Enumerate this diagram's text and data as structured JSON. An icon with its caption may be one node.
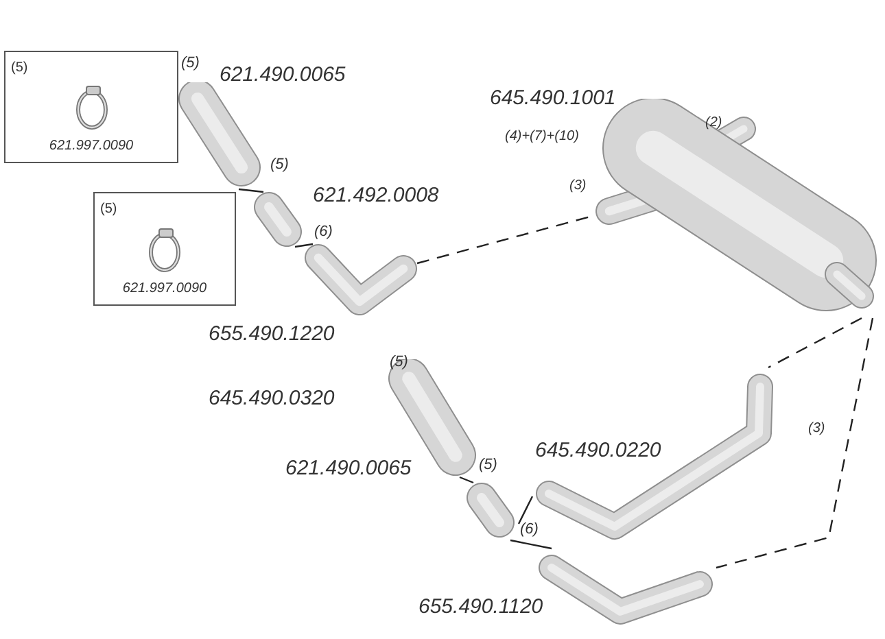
{
  "diagram": {
    "nodes": [
      {
        "text": [
          "(5)",
          "621.997.0090"
        ]
      },
      {
        "text": [
          "(5)",
          "621.997.0090"
        ]
      },
      {
        "text": [],
        "shape": "picture"
      },
      {
        "text": [],
        "shape": "picture"
      },
      {
        "text": [],
        "shape": "picture"
      },
      {
        "text": [],
        "shape": "picture"
      },
      {
        "text": [],
        "shape": "picture"
      },
      {
        "text": [],
        "shape": "picture"
      },
      {
        "text": [],
        "shape": "picture"
      },
      {
        "text": [],
        "shape": "picture"
      }
    ],
    "edges": [
      {
        "from": 2,
        "to": 3,
        "arrow": "none"
      },
      {
        "from": 3,
        "to": 4,
        "arrow": "none"
      },
      {
        "from": 4,
        "to": 5,
        "arrow": "none",
        "style": "dashed"
      },
      {
        "from": 5,
        "to": 8,
        "arrow": "none",
        "style": "dashed"
      },
      {
        "from": 5,
        "to": 9,
        "arrow": "none",
        "style": "dashed"
      },
      {
        "from": 6,
        "to": 7,
        "arrow": "none"
      },
      {
        "from": 7,
        "to": 8,
        "arrow": "none"
      },
      {
        "from": 7,
        "to": 9,
        "arrow": "none"
      }
    ],
    "labels": [
      "(5)",
      "621.490.0065",
      "645.490.1001",
      "(2)",
      "(4)+(7)+(10)",
      "(5)",
      "(3)",
      "621.492.0008",
      "(6)",
      "655.490.1220",
      "(5)",
      "645.490.0320",
      "(3)",
      "(5)",
      "621.490.0065",
      "645.490.0220",
      "(6)",
      "655.490.1120"
    ]
  }
}
